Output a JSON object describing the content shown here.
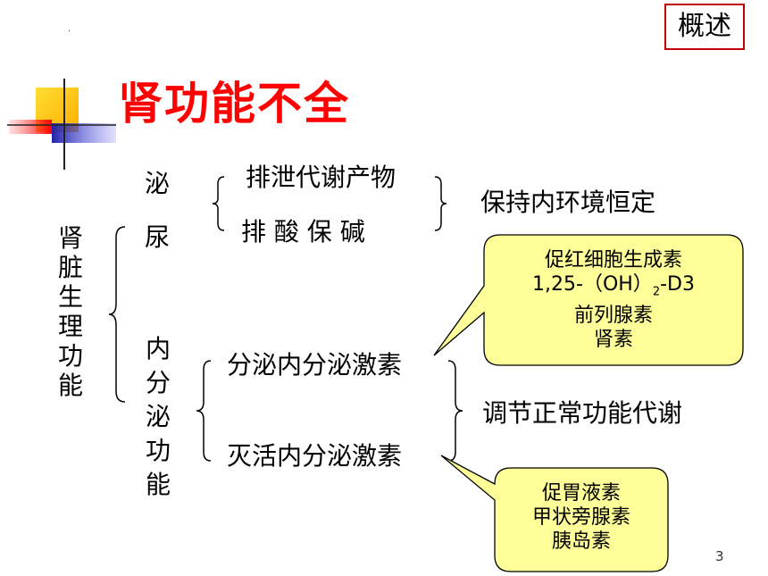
{
  "corner_tag": "概述",
  "dot": "·",
  "title": "肾功能不全",
  "side_label": [
    "肾",
    "脏",
    "生",
    "理",
    "功",
    "能"
  ],
  "excretion_label": [
    "泌",
    "尿"
  ],
  "endocrine_label": [
    "内",
    "分",
    "泌",
    "功",
    "能"
  ],
  "excretion_items": [
    "排泄代谢产物",
    "排 酸 保 碱"
  ],
  "excretion_result": "保持内环境恒定",
  "endocrine_items": [
    "分泌内分泌激素",
    "灭活内分泌激素"
  ],
  "endocrine_result": "调节正常功能代谢",
  "callout_secrete": {
    "line1": "促红细胞生成素",
    "line2_main": "1,25-（OH）",
    "line2_sub": "2",
    "line2_tail": "-D3",
    "line3": "前列腺素",
    "line4": "肾素"
  },
  "callout_inactivate": [
    "促胃液素",
    "甲状旁腺素",
    "胰岛素"
  ],
  "page_number": "3",
  "colors": {
    "title": "#ff0000",
    "callout_fill": "#ffff99",
    "tag_border": "#c00000",
    "deco_yellow": "#ffcc00",
    "deco_blue": "#3333cc"
  }
}
